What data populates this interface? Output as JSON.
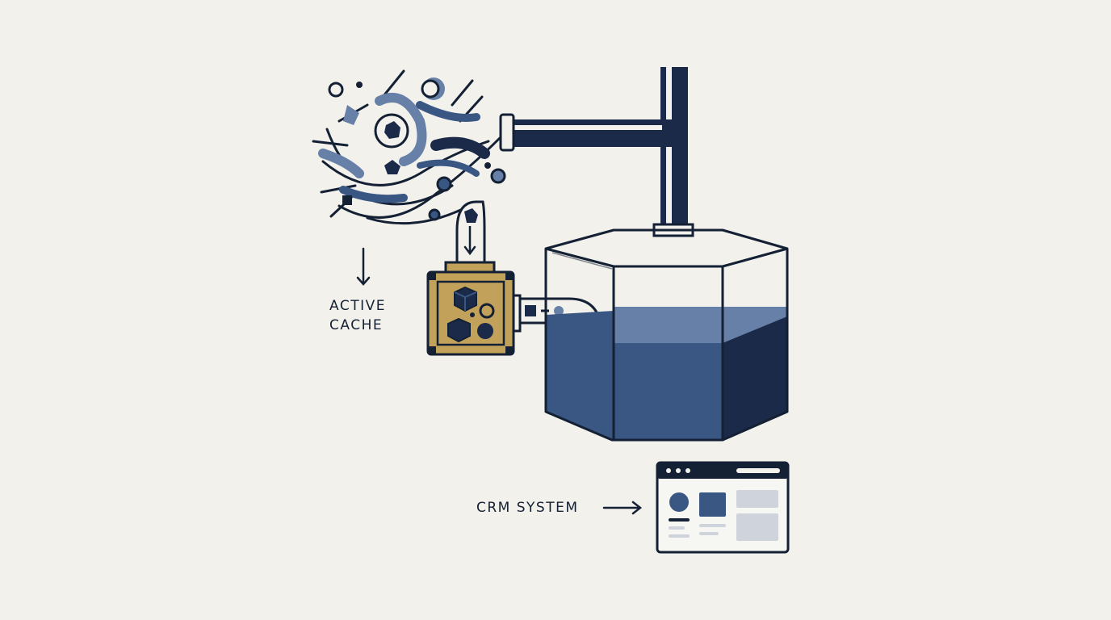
{
  "labels": {
    "cache_line1": "ACTIVE",
    "cache_line2": "CACHE",
    "crm": "CRM SYSTEM"
  },
  "colors": {
    "background": "#f2f1ec",
    "ink": "#142033",
    "navy": "#1b2a49",
    "blue": "#3a5683",
    "slate": "#6780a8",
    "cache_gold": "#c2a25a",
    "ui_gray": "#cfd4dc"
  },
  "icons": [
    "data-chaos-icon",
    "cube-icon",
    "pipe-icon",
    "tank-icon",
    "cache-box-icon",
    "arrow-icon",
    "crm-window-icon"
  ]
}
